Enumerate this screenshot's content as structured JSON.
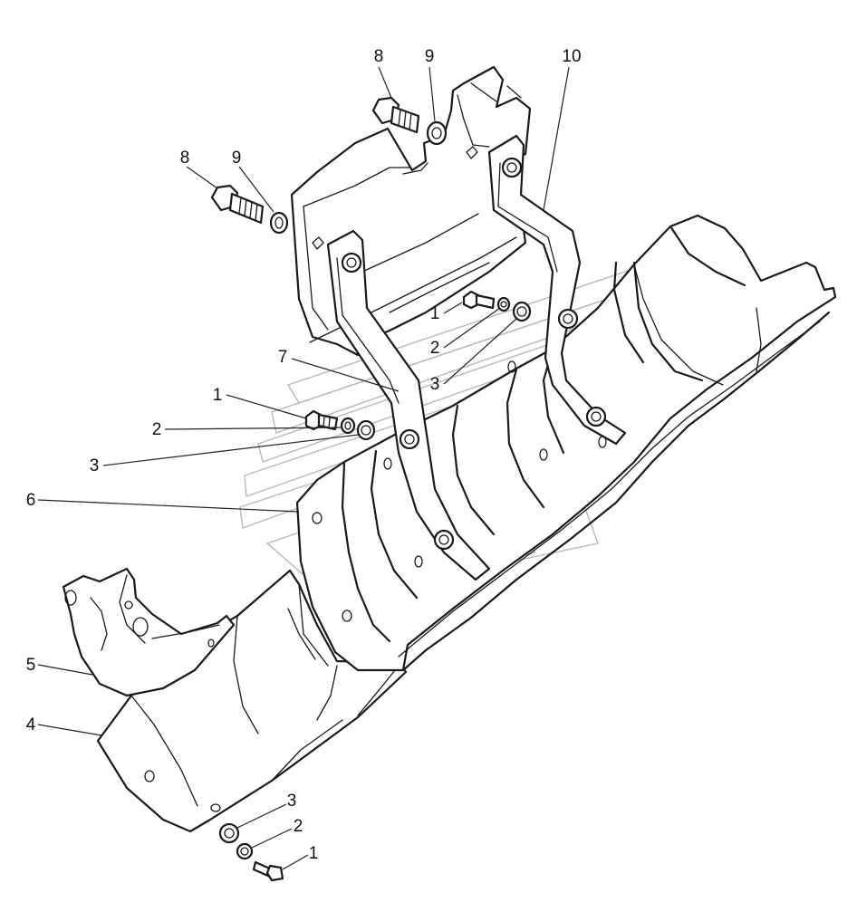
{
  "callouts": [
    {
      "id": "c8a",
      "text": "8"
    },
    {
      "id": "c9a",
      "text": "9"
    },
    {
      "id": "c10",
      "text": "10"
    },
    {
      "id": "c8b",
      "text": "8"
    },
    {
      "id": "c9b",
      "text": "9"
    },
    {
      "id": "c1a",
      "text": "1"
    },
    {
      "id": "c2a",
      "text": "2"
    },
    {
      "id": "c3a",
      "text": "3"
    },
    {
      "id": "c7",
      "text": "7"
    },
    {
      "id": "c1b",
      "text": "1"
    },
    {
      "id": "c2b",
      "text": "2"
    },
    {
      "id": "c3b",
      "text": "3"
    },
    {
      "id": "c6",
      "text": "6"
    },
    {
      "id": "c5",
      "text": "5"
    },
    {
      "id": "c4",
      "text": "4"
    },
    {
      "id": "c3c",
      "text": "3"
    },
    {
      "id": "c2c",
      "text": "2"
    },
    {
      "id": "c1c",
      "text": "1"
    }
  ]
}
